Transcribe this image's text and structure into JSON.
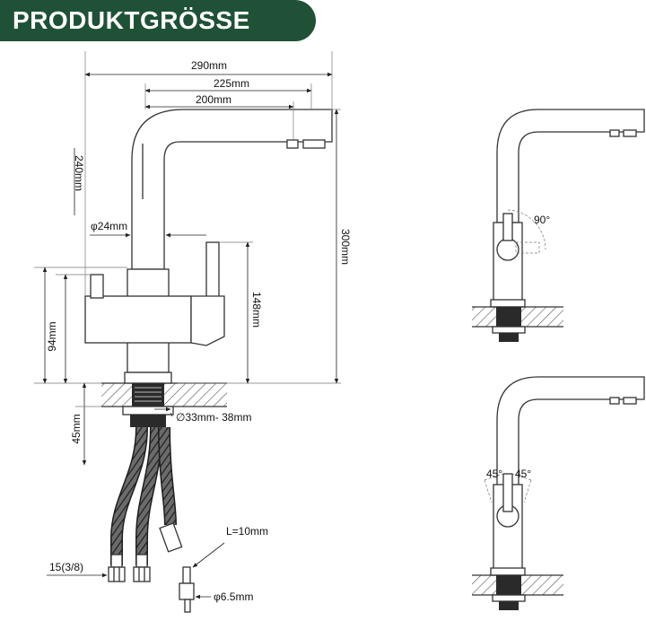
{
  "banner": {
    "title": "PRODUKTGRÖSSE",
    "color": "#1f5137"
  },
  "dimensions": {
    "total_width": "290mm",
    "spout_reach_outer": "225mm",
    "spout_reach_inner": "200mm",
    "spout_height": "240mm",
    "total_height": "300mm",
    "body_diameter": "φ24mm",
    "handle_height": "148mm",
    "base_height": "94mm",
    "shank_length": "45mm",
    "hole_diameter": "∅33mm- 38mm",
    "fitting_length": "L=10mm",
    "hose_connector": "15(3/8)",
    "fitting_diameter": "φ6.5mm"
  },
  "angles": {
    "lever_rotation": "90°",
    "lever_tilt_left": "45°",
    "lever_tilt_right": "45°"
  }
}
